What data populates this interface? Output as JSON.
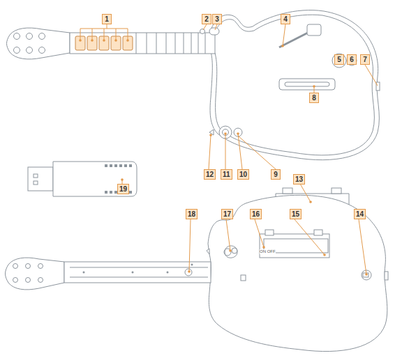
{
  "diagram": {
    "labels": [
      "1",
      "2",
      "3",
      "4",
      "5",
      "6",
      "7",
      "8",
      "9",
      "10",
      "11",
      "12",
      "13",
      "14",
      "15",
      "16",
      "17",
      "18",
      "19",
      "ON OFF"
    ]
  }
}
